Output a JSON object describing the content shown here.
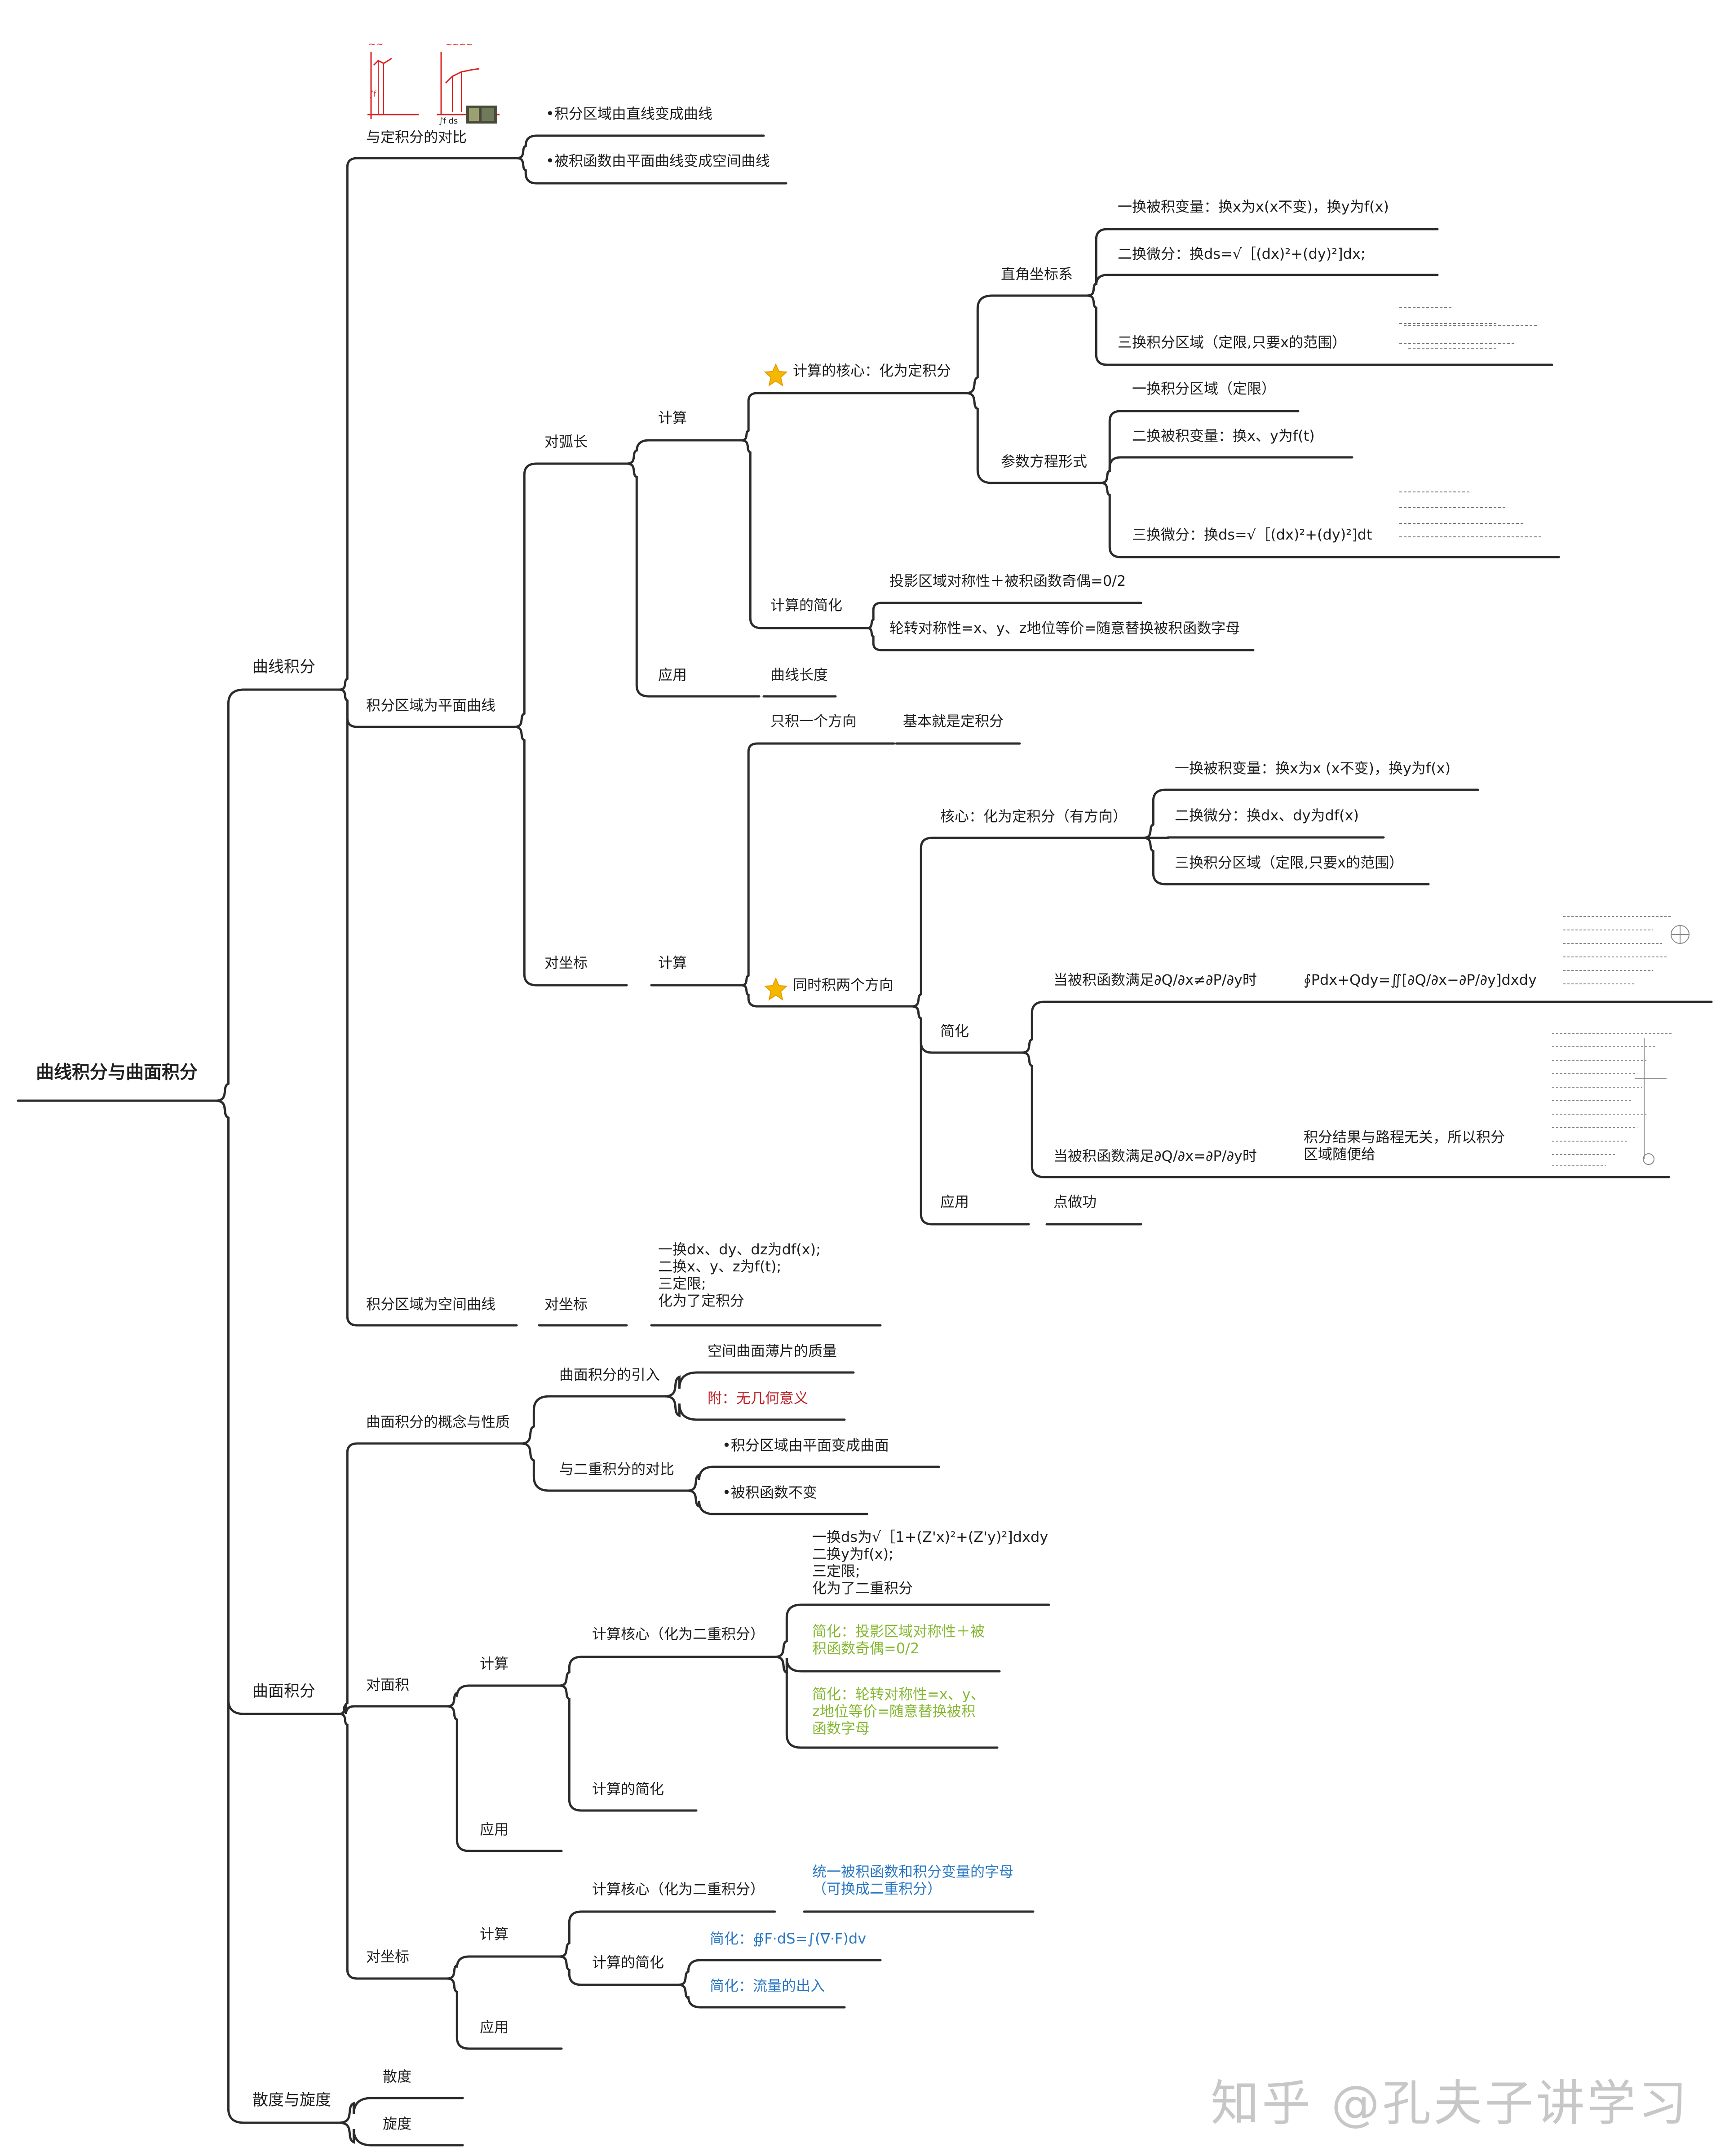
{
  "root": "曲线积分与曲面积分",
  "curve": {
    "title": "曲线积分",
    "compare": {
      "label": "与定积分的对比",
      "items": [
        "•积分区域由直线变成曲线",
        "•被积函数由平面曲线变成空间曲线"
      ]
    },
    "plane": {
      "label": "积分区域为平面曲线",
      "arc": {
        "label": "对弧长",
        "calc": "计算",
        "core": "计算的核心：化为定积分",
        "rect": {
          "label": "直角坐标系",
          "items": [
            "一换被积变量：换x为x(x不变)，换y为f(x)",
            "二换微分：换ds=√［(dx)²+(dy)²]dx;",
            "三换积分区域（定限,只要x的范围）"
          ]
        },
        "param": {
          "label": "参数方程形式",
          "items": [
            "一换积分区域（定限）",
            "二换被积变量：换x、y为f(t)",
            "三换微分：换ds=√［(dx)²+(dy)²]dt"
          ]
        },
        "simp": {
          "label": "计算的简化",
          "items": [
            "投影区域对称性＋被积函数奇偶=0/2",
            "轮转对称性=x、y、z地位等价=随意替换被积函数字母"
          ]
        },
        "app": "应用",
        "app_item": "曲线长度"
      },
      "coord": {
        "label": "对坐标",
        "calc": "计算",
        "one_dir": "只积一个方向",
        "one_dir_note": "基本就是定积分",
        "two_dir": "同时积两个方向",
        "core": {
          "label": "核心：化为定积分（有方向）",
          "items": [
            "一换被积变量：换x为x (x不变)，换y为f(x)",
            "二换微分：换dx、dy为df(x)",
            "三换积分区域（定限,只要x的范围）"
          ]
        },
        "simp": {
          "label": "简化",
          "c1": "当被积函数满足∂Q/∂x≠∂P/∂y时",
          "c1_res": "∮Pdx+Qdy=∬[∂Q/∂x−∂P/∂y]dxdy",
          "c2": "当被积函数满足∂Q/∂x=∂P/∂y时",
          "c2_res": "积分结果与路程无关，所以积分\n区域随便给"
        },
        "app": "应用",
        "app_item": "点做功"
      }
    },
    "space": {
      "label": "积分区域为空间曲线",
      "coord": "对坐标",
      "steps": "一换dx、dy、dz为df(x);\n二换x、y、z为f(t);\n三定限;\n化为了定积分"
    }
  },
  "surface": {
    "title": "曲面积分",
    "concept": {
      "label": "曲面积分的概念与性质",
      "intro": {
        "label": "曲面积分的引入",
        "items": [
          "空间曲面薄片的质量",
          "附：无几何意义"
        ]
      },
      "compare": {
        "label": "与二重积分的对比",
        "items": [
          "•积分区域由平面变成曲面",
          "•被积函数不变"
        ]
      }
    },
    "area": {
      "label": "对面积",
      "calc": "计算",
      "core": "计算核心（化为二重积分）",
      "core_steps": "一换ds为√［1+(Z'x)²+(Z'y)²]dxdy\n二换y为f(x);\n三定限;\n化为了二重积分",
      "simp1": "简化：投影区域对称性＋被\n积函数奇偶=0/2",
      "simp2": "简化：轮转对称性=x、y、\nz地位等价=随意替换被积\n函数字母",
      "simp": "计算的简化",
      "app": "应用"
    },
    "coord": {
      "label": "对坐标",
      "calc": "计算",
      "core": "计算核心（化为二重积分）",
      "core_note": "统一被积函数和积分变量的字母\n（可换成二重积分）",
      "simp": "计算的简化",
      "simp_items": [
        "简化：∯F·dS=∫(∇·F)dv",
        "简化：流量的出入"
      ],
      "app": "应用"
    }
  },
  "divcurl": {
    "title": "散度与旋度",
    "items": [
      "散度",
      "旋度"
    ]
  },
  "watermark": "知乎 @孔夫子讲学习",
  "colors": {
    "line": "#2b2b2b",
    "red": "#c0242b",
    "green": "#86b833",
    "blue": "#2a78c4",
    "star": "#f5b800"
  }
}
